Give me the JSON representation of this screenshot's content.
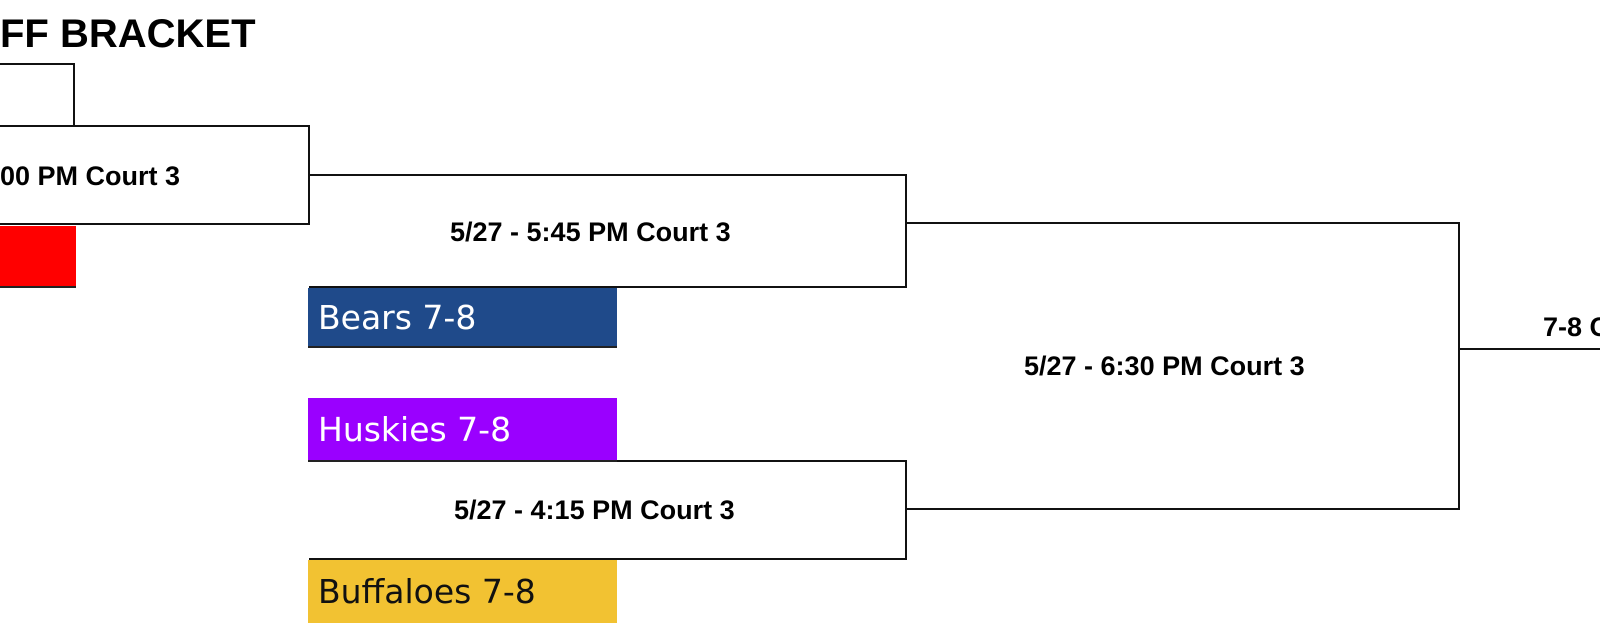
{
  "title": "FF BRACKET",
  "games": [
    {
      "label": "00 PM Court 3"
    },
    {
      "label": "5/27 - 5:45 PM Court 3"
    },
    {
      "label": "5/27 - 6:30 PM Court 3"
    },
    {
      "label": "5/27 - 4:15 PM Court 3"
    },
    {
      "label": "7-8 C"
    }
  ],
  "teams": [
    {
      "name": "",
      "color": "#ff0000"
    },
    {
      "name": "Bears 7-8",
      "color": "#1f4a8a"
    },
    {
      "name": "Huskies 7-8",
      "color": "#9a00ff"
    },
    {
      "name": "Buffaloes 7-8",
      "color": "#f2c232"
    }
  ]
}
